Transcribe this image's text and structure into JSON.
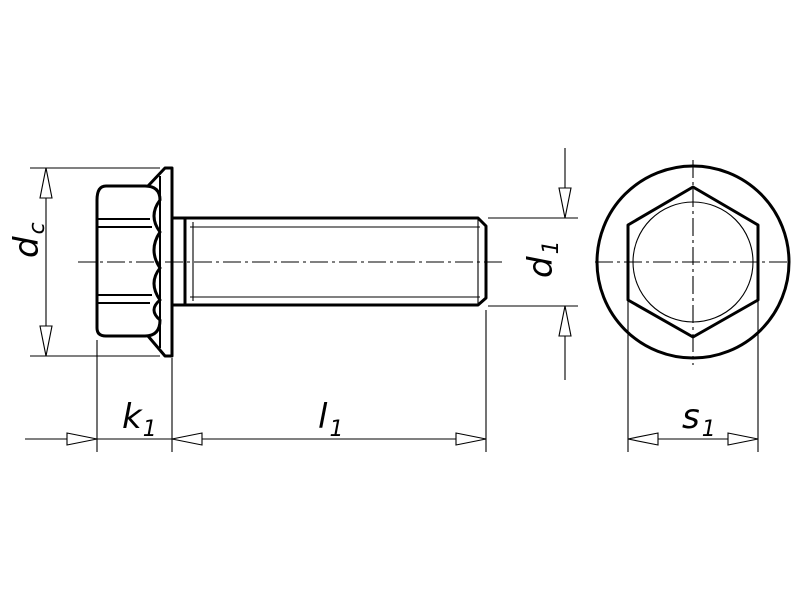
{
  "title": "",
  "dimensions": {
    "head_diameter": {
      "symbol": "d",
      "subscript": "c"
    },
    "head_height": {
      "symbol": "k",
      "subscript": "1"
    },
    "length": {
      "symbol": "l",
      "subscript": "1"
    },
    "thread_diameter": {
      "symbol": "d",
      "subscript": "1"
    },
    "across_flats": {
      "symbol": "s",
      "subscript": "1"
    }
  },
  "views": [
    "side-view",
    "end-view"
  ],
  "colors": {
    "line": "#000000",
    "background": "#ffffff"
  }
}
